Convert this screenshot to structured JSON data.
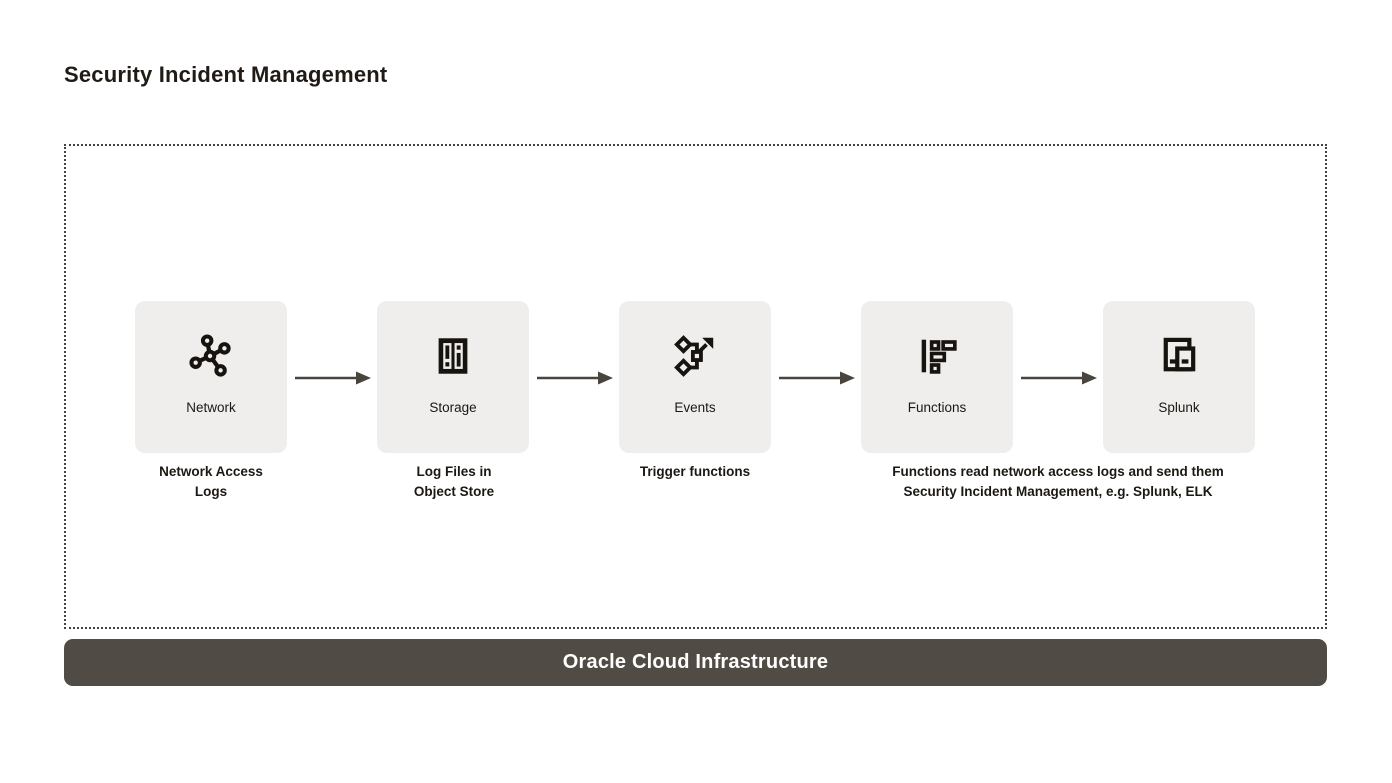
{
  "title": "Security Incident Management",
  "diagram": {
    "nodes": [
      {
        "label": "Network",
        "icon": "network-icon"
      },
      {
        "label": "Storage",
        "icon": "storage-icon"
      },
      {
        "label": "Events",
        "icon": "events-icon"
      },
      {
        "label": "Functions",
        "icon": "functions-icon"
      },
      {
        "label": "Splunk",
        "icon": "splunk-icon"
      }
    ],
    "captions": [
      {
        "line1": "Network Access",
        "line2": "Logs"
      },
      {
        "line1": "Log Files in",
        "line2": "Object Store"
      },
      {
        "line1": "Trigger functions",
        "line2": ""
      },
      {
        "line1": "Functions read network access logs and send them",
        "line2": "Security Incident Management, e.g. Splunk, ELK"
      }
    ],
    "footer_label": "Oracle Cloud Infrastructure",
    "colors": {
      "node_fill": "#efeeec",
      "icon": "#17130e",
      "arrow": "#4a443f",
      "boundary_dots": "#45413c",
      "footer_bg": "#514b46",
      "footer_text": "#ffffff",
      "text": "#1c1813"
    }
  }
}
